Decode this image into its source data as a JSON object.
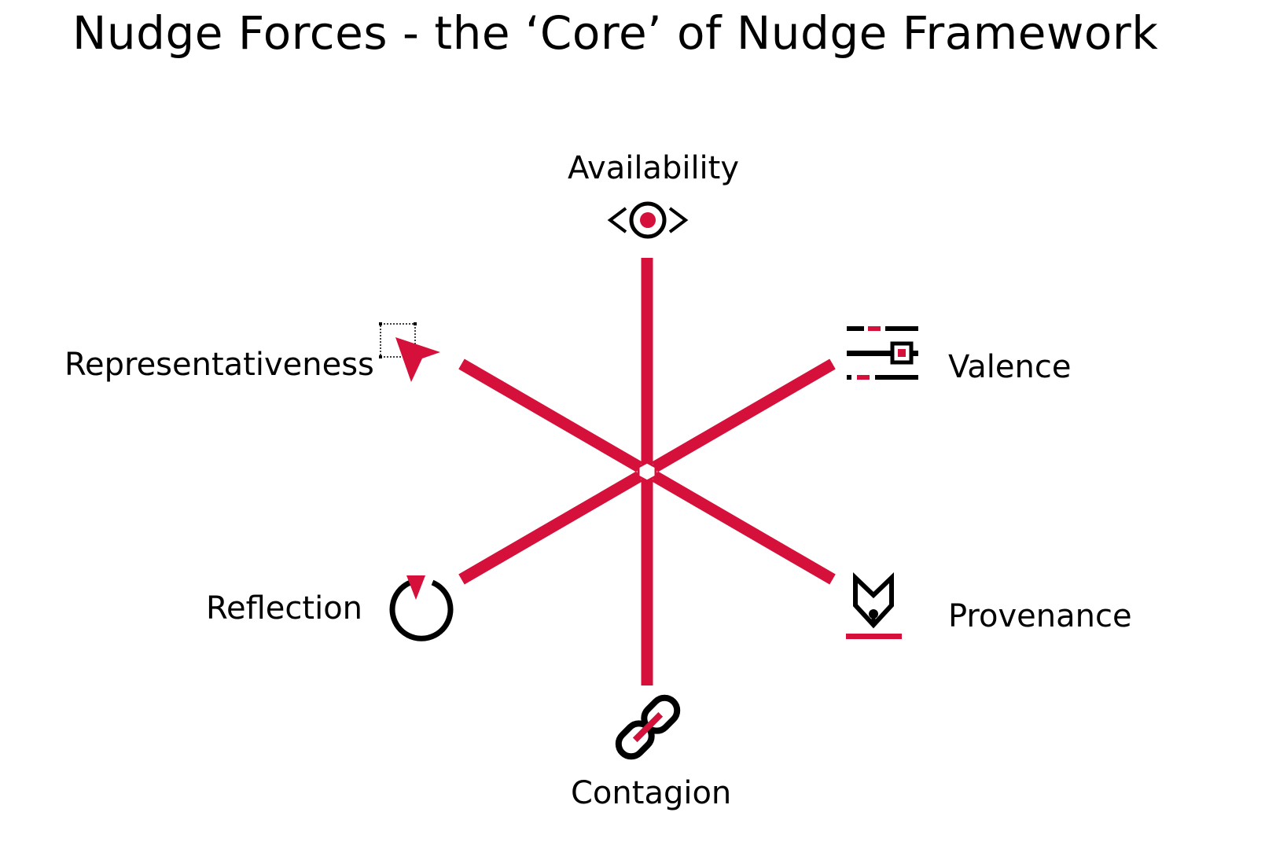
{
  "title": "Nudge Forces - the ‘Core’ of Nudge Framework",
  "forces": {
    "availability": {
      "label": "Availability",
      "icon": "eye-target-icon"
    },
    "valence": {
      "label": "Valence",
      "icon": "sliders-icon"
    },
    "provenance": {
      "label": "Provenance",
      "icon": "pen-nib-icon"
    },
    "contagion": {
      "label": "Contagion",
      "icon": "chain-link-icon"
    },
    "reflection": {
      "label": "Reflection",
      "icon": "power-cycle-icon"
    },
    "representativeness": {
      "label": "Representativeness",
      "icon": "cursor-arrow-icon"
    }
  },
  "colors": {
    "accent": "#d5103a",
    "ink": "#000000",
    "background": "#ffffff"
  }
}
